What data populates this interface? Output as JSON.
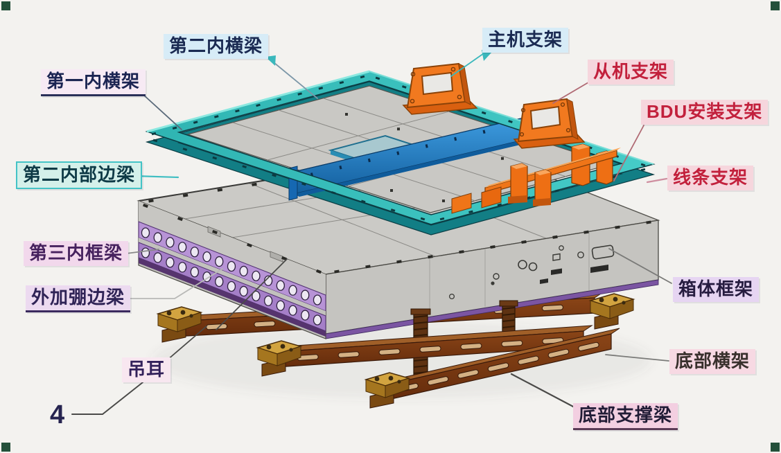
{
  "diagram": {
    "type": "exploded-assembly-diagram",
    "quantity_marker": "4",
    "labels": {
      "second_inner_crossbeam": "第二内横梁",
      "first_inner_crossframe": "第一内横架",
      "second_inner_side_beam": "第二内部边梁",
      "main_unit_bracket": "主机支架",
      "slave_unit_bracket": "从机支架",
      "bdu_mounting_bracket": "BDU安装支架",
      "wire_bracket": "线条支架",
      "third_inner_frame_beam": "第三内框梁",
      "external_reinforced_edge_beam": "外加弸边梁",
      "box_frame": "箱体框架",
      "lifting_ear": "吊耳",
      "bottom_cross_frame": "底部横架",
      "bottom_support_beam": "底部支撑梁"
    },
    "colors": {
      "background": "#f3f2ef",
      "teal_frame": "#38c2bd",
      "blue_beam": "#2e8ed8",
      "orange_bracket": "#f1791f",
      "gray_panel": "#c9c8c4",
      "purple_rail": "#b793d6",
      "brown_beam": "#7a3a12",
      "gold_ear": "#d2a440",
      "corner_marker": "#24503a",
      "label_pink_bg": "#f6d6dd",
      "label_pink_text": "#c2203c",
      "label_cyan_bg": "#d7ecf7",
      "label_navy_text": "#1a2a52"
    }
  }
}
